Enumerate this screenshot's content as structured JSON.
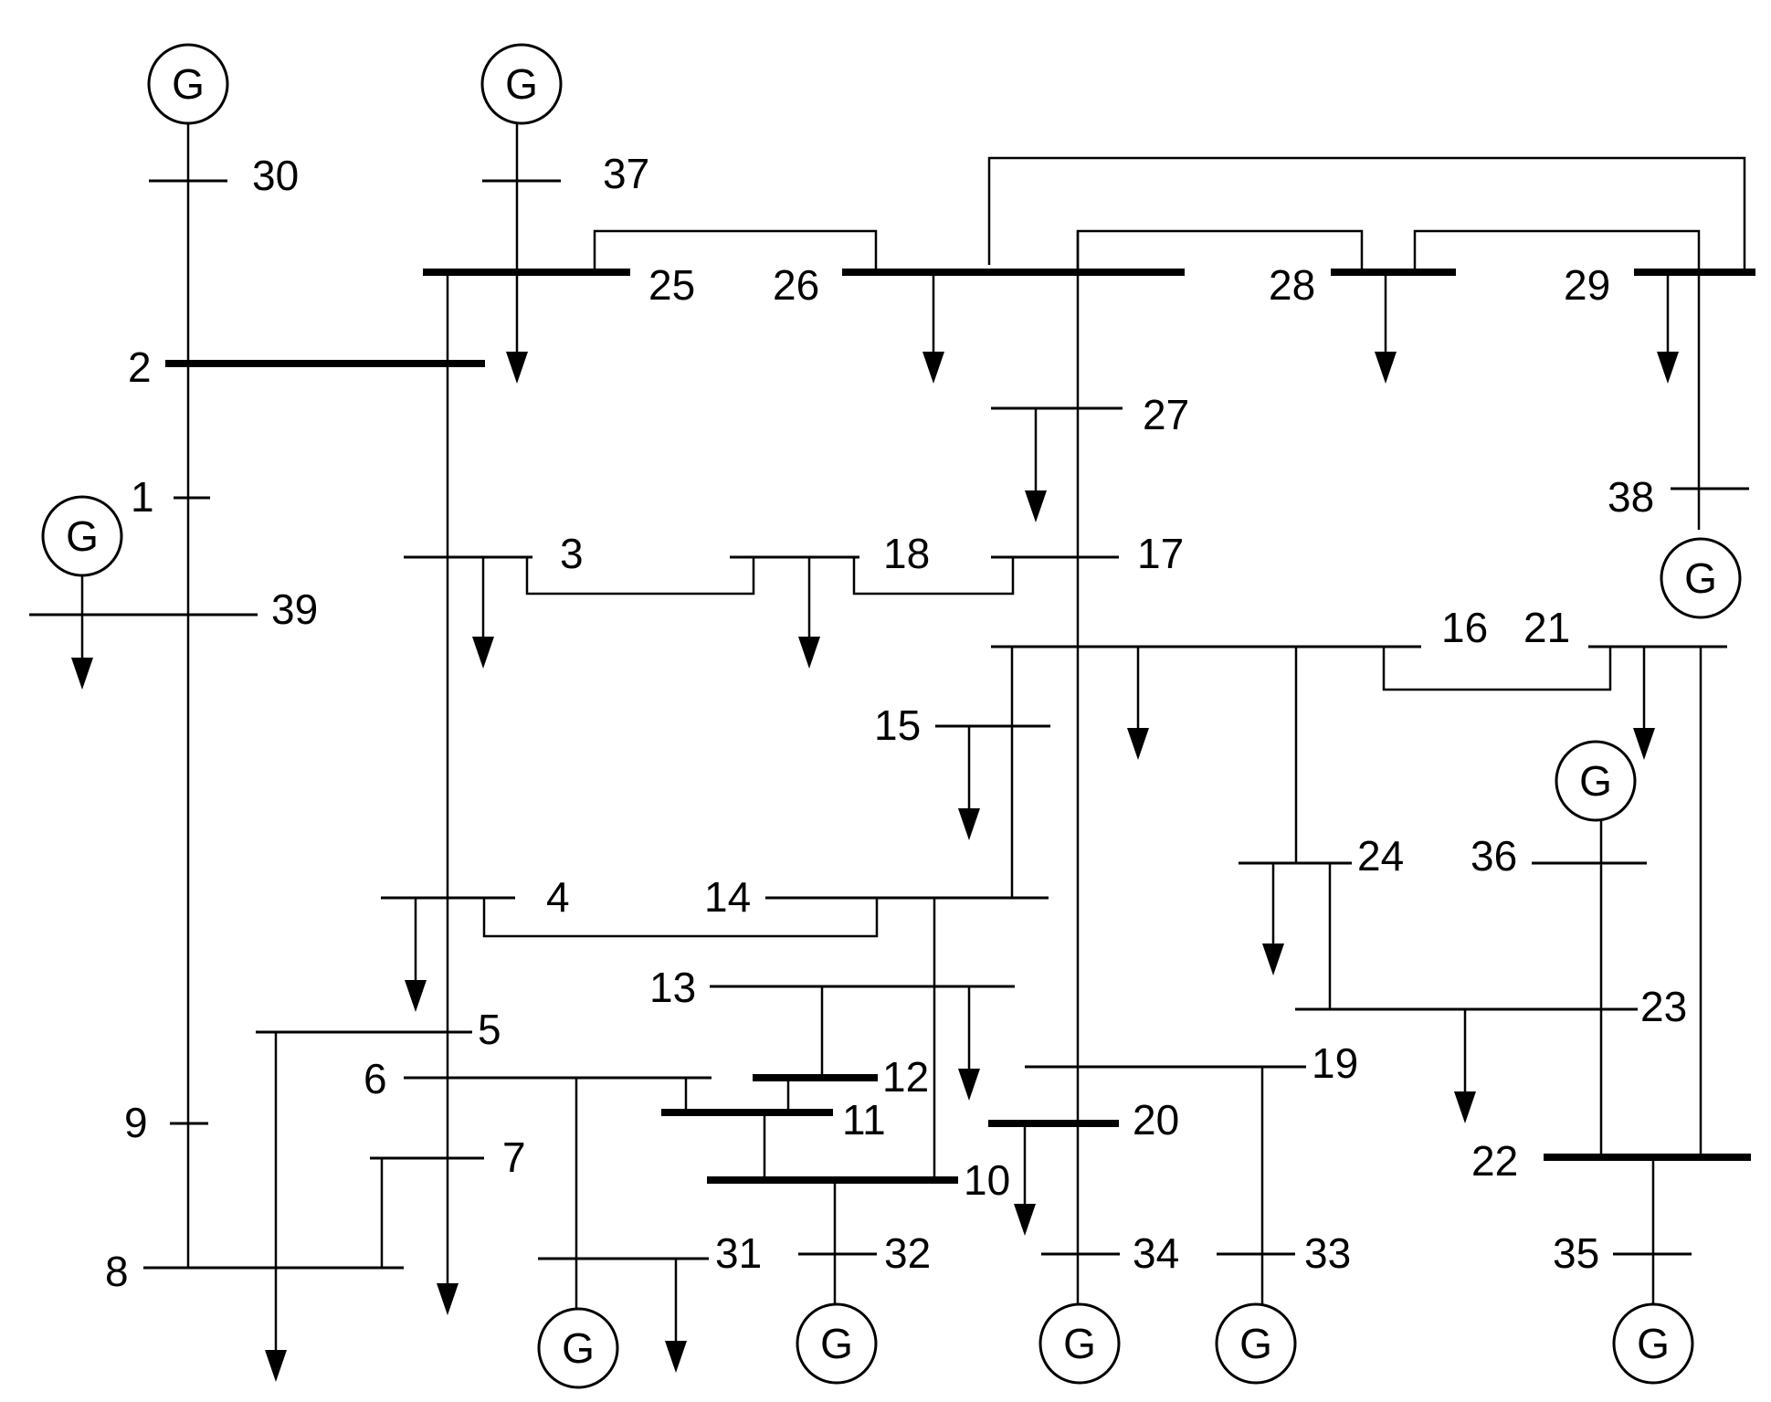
{
  "diagram": {
    "generator_label": "G",
    "buses": [
      {
        "id": "1",
        "label": "1"
      },
      {
        "id": "2",
        "label": "2"
      },
      {
        "id": "3",
        "label": "3"
      },
      {
        "id": "4",
        "label": "4"
      },
      {
        "id": "5",
        "label": "5"
      },
      {
        "id": "6",
        "label": "6"
      },
      {
        "id": "7",
        "label": "7"
      },
      {
        "id": "8",
        "label": "8"
      },
      {
        "id": "9",
        "label": "9"
      },
      {
        "id": "10",
        "label": "10"
      },
      {
        "id": "11",
        "label": "11"
      },
      {
        "id": "12",
        "label": "12"
      },
      {
        "id": "13",
        "label": "13"
      },
      {
        "id": "14",
        "label": "14"
      },
      {
        "id": "15",
        "label": "15"
      },
      {
        "id": "16",
        "label": "16"
      },
      {
        "id": "17",
        "label": "17"
      },
      {
        "id": "18",
        "label": "18"
      },
      {
        "id": "19",
        "label": "19"
      },
      {
        "id": "20",
        "label": "20"
      },
      {
        "id": "21",
        "label": "21"
      },
      {
        "id": "22",
        "label": "22"
      },
      {
        "id": "23",
        "label": "23"
      },
      {
        "id": "24",
        "label": "24"
      },
      {
        "id": "25",
        "label": "25"
      },
      {
        "id": "26",
        "label": "26"
      },
      {
        "id": "27",
        "label": "27"
      },
      {
        "id": "28",
        "label": "28"
      },
      {
        "id": "29",
        "label": "29"
      },
      {
        "id": "30",
        "label": "30"
      },
      {
        "id": "31",
        "label": "31"
      },
      {
        "id": "32",
        "label": "32"
      },
      {
        "id": "33",
        "label": "33"
      },
      {
        "id": "34",
        "label": "34"
      },
      {
        "id": "35",
        "label": "35"
      },
      {
        "id": "36",
        "label": "36"
      },
      {
        "id": "37",
        "label": "37"
      },
      {
        "id": "38",
        "label": "38"
      },
      {
        "id": "39",
        "label": "39"
      }
    ],
    "generators": [
      {
        "bus": "30"
      },
      {
        "bus": "37"
      },
      {
        "bus": "39"
      },
      {
        "bus": "38"
      },
      {
        "bus": "36"
      },
      {
        "bus": "31"
      },
      {
        "bus": "32"
      },
      {
        "bus": "34"
      },
      {
        "bus": "33"
      },
      {
        "bus": "35"
      }
    ],
    "loads": [
      {
        "bus": "39"
      },
      {
        "bus": "25"
      },
      {
        "bus": "26"
      },
      {
        "bus": "28"
      },
      {
        "bus": "29"
      },
      {
        "bus": "27"
      },
      {
        "bus": "3"
      },
      {
        "bus": "18"
      },
      {
        "bus": "16"
      },
      {
        "bus": "21"
      },
      {
        "bus": "15"
      },
      {
        "bus": "24"
      },
      {
        "bus": "4"
      },
      {
        "bus": "13"
      },
      {
        "bus": "23"
      },
      {
        "bus": "20"
      },
      {
        "bus": "31"
      },
      {
        "bus": "8"
      },
      {
        "bus": "7"
      }
    ]
  }
}
